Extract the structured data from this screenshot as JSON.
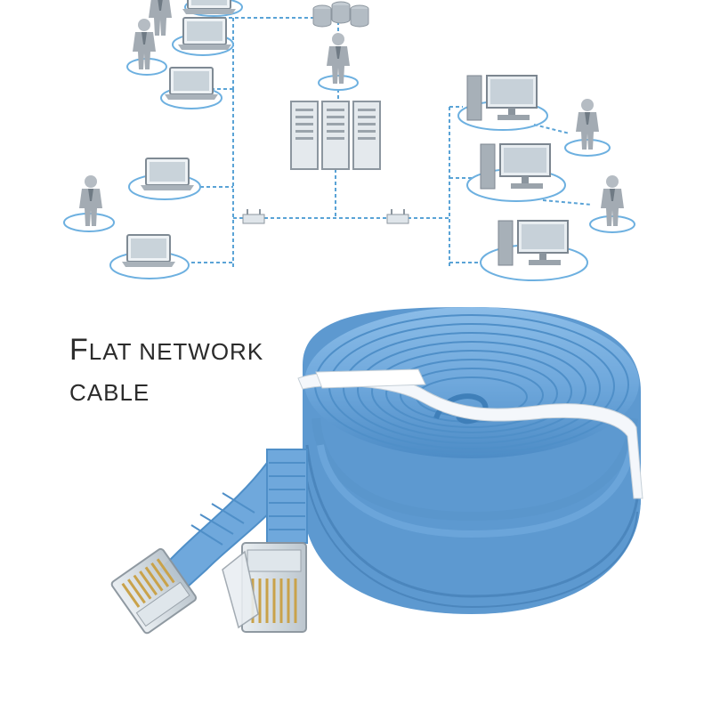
{
  "caption": {
    "line1_first": "F",
    "line1_rest": "LAT NETWORK",
    "line2": "CABLE"
  },
  "colors": {
    "background": "#ffffff",
    "cable_blue": "#6fa8dc",
    "cable_blue_dark": "#4f8fc8",
    "network_lines": "#5aa3d6",
    "strap_white": "#f4f7fb",
    "device_gray": "#9aa3ab"
  },
  "icons": {
    "person": "person-icon",
    "laptop": "laptop-icon",
    "desktop": "desktop-computer-icon",
    "server": "server-rack-icon",
    "database": "database-icon",
    "switch": "network-switch-icon",
    "connector": "rj45-connector-icon"
  }
}
